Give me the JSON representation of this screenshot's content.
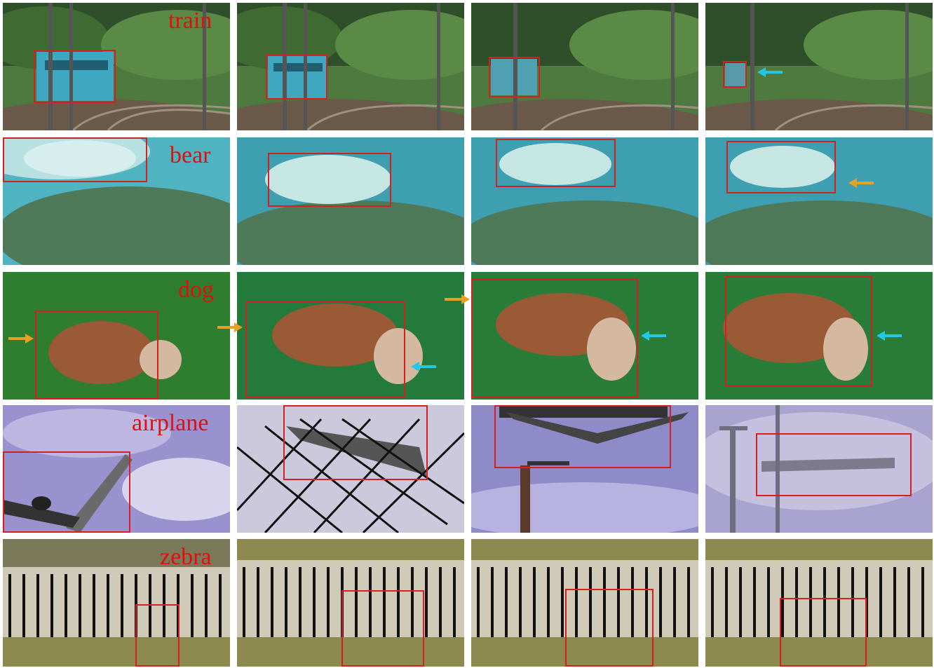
{
  "figure": {
    "rows": [
      {
        "label": "train",
        "scene": "train"
      },
      {
        "label": "bear",
        "scene": "bear"
      },
      {
        "label": "dog",
        "scene": "dog"
      },
      {
        "label": "airplane",
        "scene": "airplane"
      },
      {
        "label": "zebra",
        "scene": "zebra"
      }
    ],
    "columns_per_row": 4
  },
  "colors": {
    "bbox": "#d42020",
    "label": "#e01010",
    "arrow_orange": "#e8a020",
    "arrow_cyan": "#20c8e8",
    "train_foliage": "#3d6b35",
    "bear_water": "#5fb7c4",
    "dog_grass": "#2f7d2f",
    "airplane_sky": "#9a92cf",
    "zebra_grass": "#8c8a4e"
  }
}
